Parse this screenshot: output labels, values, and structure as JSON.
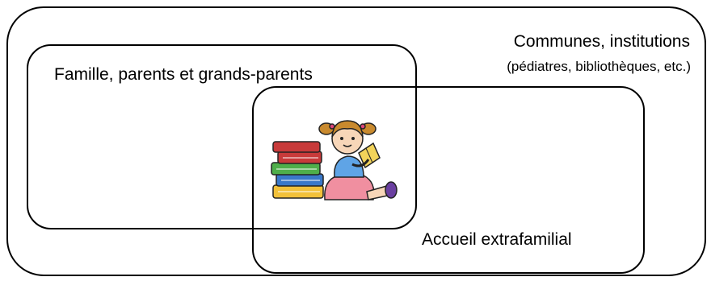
{
  "diagram": {
    "outer": {
      "title": "Communes, institutions",
      "subtitle": "(pédiatres, bibliothèques, etc.)"
    },
    "family": {
      "label": "Famille, parents et grands-parents"
    },
    "care": {
      "label": "Accueil extrafamilial"
    },
    "illustration": {
      "icon": "child-reading-books-icon"
    }
  },
  "colors": {
    "stroke": "#000000",
    "background": "#ffffff",
    "hair": "#c98a2e",
    "ribbon": "#e0457b",
    "dress": "#5fa4e6",
    "skirt": "#f08fa0",
    "book_red": "#c83a3a",
    "book_yellow": "#f2c13a",
    "book_blue": "#3a78c8",
    "book_green": "#4fae4a"
  }
}
